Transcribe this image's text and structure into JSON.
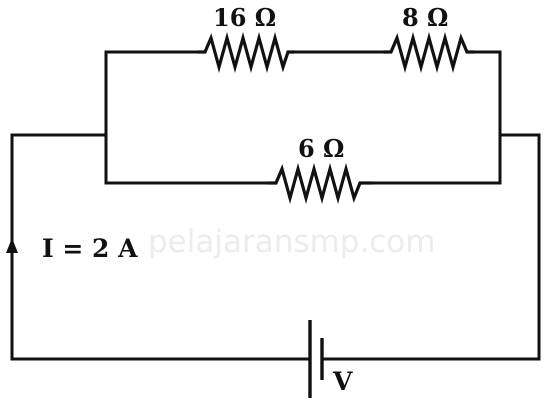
{
  "watermark": "pelajaransmp.com",
  "resistors": {
    "top_left": "16 Ω",
    "top_right": "8 Ω",
    "bottom": "6 Ω"
  },
  "current_label": "I = 2 A",
  "voltage_label": "V"
}
